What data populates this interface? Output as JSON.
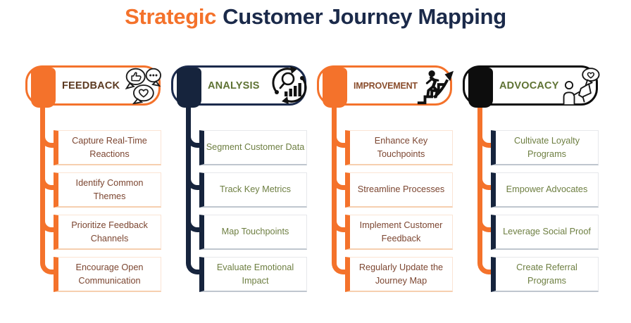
{
  "title": {
    "accent": "Strategic",
    "rest": "Customer Journey Mapping"
  },
  "palette": {
    "accent_orange": "#F4722B",
    "navy": "#1B2A4C",
    "black": "#0D0D0D",
    "olive_text": "#5E7233",
    "brown_text": "#7C4631",
    "title_navy": "#1B2A4A"
  },
  "columns": [
    {
      "id": "feedback",
      "label": "FEEDBACK",
      "icon": "chat-reactions-icon",
      "items": [
        "Capture Real-Time Reactions",
        "Identify Common Themes",
        "Prioritize Feedback Channels",
        "Encourage Open Communication"
      ]
    },
    {
      "id": "analysis",
      "label": "ANALYSIS",
      "icon": "magnifier-chart-cycle-icon",
      "items": [
        "Segment Customer Data",
        "Track Key Metrics",
        "Map Touchpoints",
        "Evaluate Emotional Impact"
      ]
    },
    {
      "id": "improvement",
      "label": "IMPROVEMENT",
      "icon": "person-climbing-stairs-icon",
      "items": [
        "Enhance Key Touchpoints",
        "Streamline Processes",
        "Implement Customer Feedback",
        "Regularly Update the Journey Map"
      ]
    },
    {
      "id": "advocacy",
      "label": "ADVOCACY",
      "icon": "megaphone-advocate-icon",
      "items": [
        "Cultivate Loyalty Programs",
        "Empower Advocates",
        "Leverage Social Proof",
        "Create Referral Programs"
      ]
    }
  ]
}
